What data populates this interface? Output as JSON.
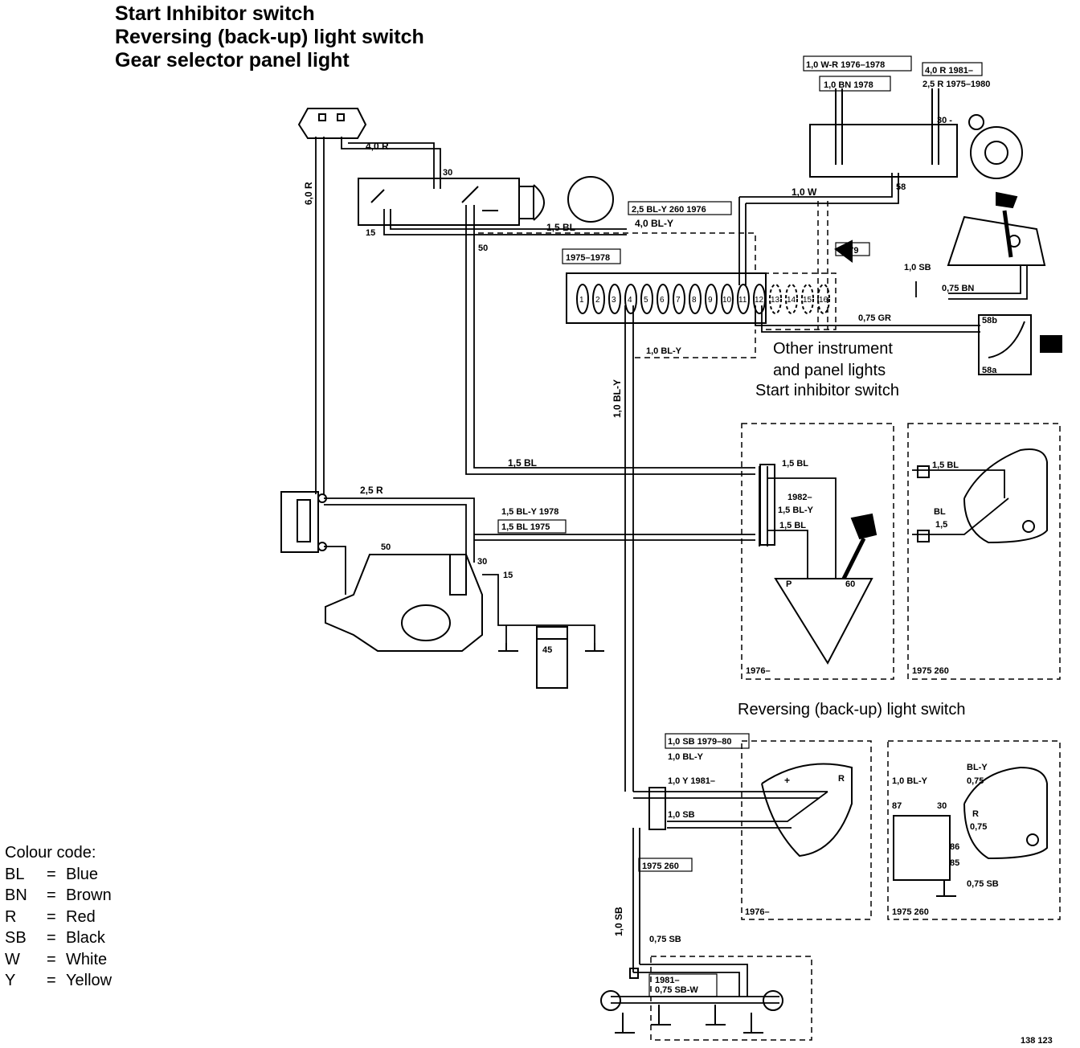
{
  "titles": [
    "Start Inhibitor switch",
    "Reversing (back-up) light switch",
    "Gear selector panel light"
  ],
  "legend": {
    "heading": "Colour code:",
    "codes": [
      {
        "code": "BL",
        "name": "Blue"
      },
      {
        "code": "BN",
        "name": "Brown"
      },
      {
        "code": "R",
        "name": "Red"
      },
      {
        "code": "SB",
        "name": "Black"
      },
      {
        "code": "W",
        "name": "White"
      },
      {
        "code": "Y",
        "name": "Yellow"
      }
    ]
  },
  "captions": {
    "other_lights": [
      "Other instrument",
      "and panel lights",
      "Start inhibitor switch"
    ],
    "reversing": "Reversing (back-up) light switch"
  },
  "wire_labels": {
    "w40r": "4,0 R",
    "w60r": "6,0 R",
    "w30a": "30",
    "w15a": "15",
    "w50a": "50",
    "w15bl": "1,5 BL",
    "w25bly": "2,5 BL-Y 260 1976",
    "w40bly": "4,0 BL-Y",
    "y1975": "1975–1978",
    "w10w": "1,0 W",
    "w58": "58",
    "w30b": "30 -",
    "w10wr": "1,0 W-R 1976–1978",
    "w10bn": "1,0 BN 1978",
    "w40r81": "4,0 R 1981–",
    "w25r": "2,5 R 1975–1980",
    "y1979": "1979",
    "w10sb": "1,0 SB",
    "w075bn": "0,75 BN",
    "w075gr": "0,75 GR",
    "w58b": "58b",
    "w58a": "58a",
    "w10bly": "1,0 BL-Y",
    "w10blyv": "1,0 BL-Y",
    "w15bl2": "1,5 BL",
    "w25r2": "2,5 R",
    "w15bly78": "1,5 BL-Y 1978",
    "w15bl75": "1,5 BL 1975",
    "w50b": "50",
    "w30c": "30",
    "w15b": "15",
    "w15bl3": "1,5 BL",
    "y1982": "1982–",
    "w15bly2": "1,5 BL-Y",
    "w15bl4": "1,5 BL",
    "wP": "P",
    "w60b": "60",
    "y1976a": "1976–",
    "w15bl5": "1,5 BL",
    "wBL": "BL",
    "w15": "1,5",
    "y1975a": "1975  260",
    "w10sb7980": "1,0 SB 1979–80",
    "w10bly2": "1,0 BL-Y",
    "w10y81": "1,0 Y  1981–",
    "w10sb2": "1,0 SB",
    "wplus": "+",
    "wR": "R",
    "y1975b": "1975  260",
    "y1976b": "1976–",
    "w10bly3": "1,0 BL-Y",
    "wbly": "BL-Y",
    "w075": "0,75",
    "w87": "87",
    "w30d": "30",
    "wR2": "R",
    "w075b": "0,75",
    "w86": "86",
    "w85": "85",
    "w075sb": "0,75 SB",
    "y1975c": "1975  260",
    "w10sbv": "1,0 SB",
    "w075sb2": "0,75 SB",
    "y1981": "1981–",
    "w075sbw": "0,75 SB-W",
    "w45": "45",
    "ref": "138 123"
  },
  "connector_pins": [
    "1",
    "2",
    "3",
    "4",
    "5",
    "6",
    "7",
    "8",
    "9",
    "10",
    "11",
    "12",
    "13",
    "14",
    "15",
    "16"
  ]
}
